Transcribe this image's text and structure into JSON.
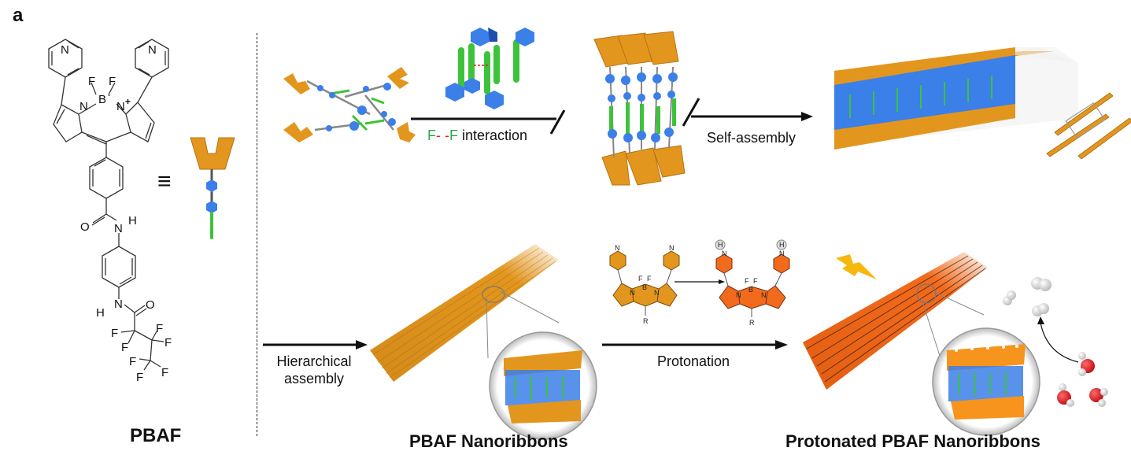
{
  "figure": {
    "panel_label": "a",
    "colors": {
      "orange_core": "#E3961E",
      "protonated_orange": "#F26B1D",
      "blue_hex": "#3B7FE8",
      "green_rod": "#3DC33A",
      "fluorine_green": "#2BA84A",
      "interaction_red": "#E3241B",
      "water_red": "#D8141A",
      "bolt_yellow": "#F7B80E"
    }
  },
  "molecule": {
    "name": "PBAF",
    "atoms": {
      "N_top_left": "N",
      "N_top_right": "N",
      "F1": "F",
      "F2": "F",
      "B": "B",
      "B_charge": "-",
      "N_core_left": "N",
      "N_core_right": "N",
      "N_core_right_charge": "+",
      "O_amide1": "O",
      "N_amide1": "N",
      "H_amide1": "H",
      "N_amide2": "N",
      "H_amide2": "H",
      "O_amide2": "O",
      "F_chain": [
        "F",
        "F",
        "F",
        "F",
        "F",
        "F",
        "F"
      ]
    },
    "equivalence_symbol": "≡"
  },
  "top_row": {
    "step1_label_parts": [
      "F",
      "- -",
      "F",
      " interaction"
    ],
    "step2_label": "Self-assembly"
  },
  "bottom_row": {
    "step1_label_line1": "Hierarchical",
    "step1_label_line2": "assembly",
    "nanoribbons_title": "PBAF  Nanoribbons",
    "step2_label": "Protonation",
    "protonated_title": "Protonated  PBAF  Nanoribbons",
    "scheme": {
      "reactant": {
        "N1": "N",
        "N2": "N",
        "F1": "F",
        "F2": "F",
        "B": "B",
        "Ncore1": "N",
        "Ncore2": "N",
        "R": "R"
      },
      "product": {
        "H1": "H",
        "H2": "H",
        "N1": "N",
        "N2": "N",
        "F1": "F",
        "F2": "F",
        "B": "B",
        "Ncore1": "N",
        "Ncore2": "N",
        "R": "R"
      }
    }
  }
}
